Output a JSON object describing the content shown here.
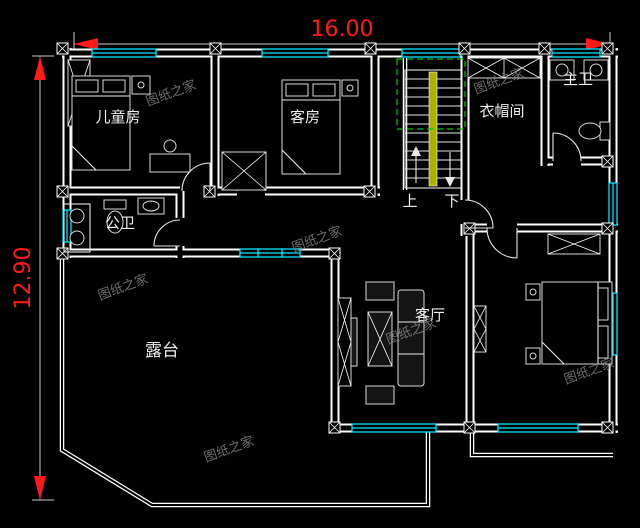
{
  "dimensions": {
    "width": "16.00",
    "height": "12.90"
  },
  "rooms": {
    "children": {
      "label": "儿童房"
    },
    "guest": {
      "label": "客房"
    },
    "master_bath": {
      "label": "主卫"
    },
    "cloakroom": {
      "label": "衣帽间"
    },
    "public_bath": {
      "label": "公卫"
    },
    "terrace": {
      "label": "露台"
    },
    "living": {
      "label": "客厅"
    }
  },
  "stairs": {
    "up": "上",
    "down": "下"
  },
  "watermark": {
    "text": "图纸之家"
  },
  "colors": {
    "background": "#000000",
    "wall": "#ffffff",
    "window": "#00e5ff",
    "dimension": "#ff1a1a",
    "skylight": "#00c800",
    "stair_rail": "#b0b000",
    "watermark": "#8a8a8a",
    "label": "#eeeeee"
  }
}
